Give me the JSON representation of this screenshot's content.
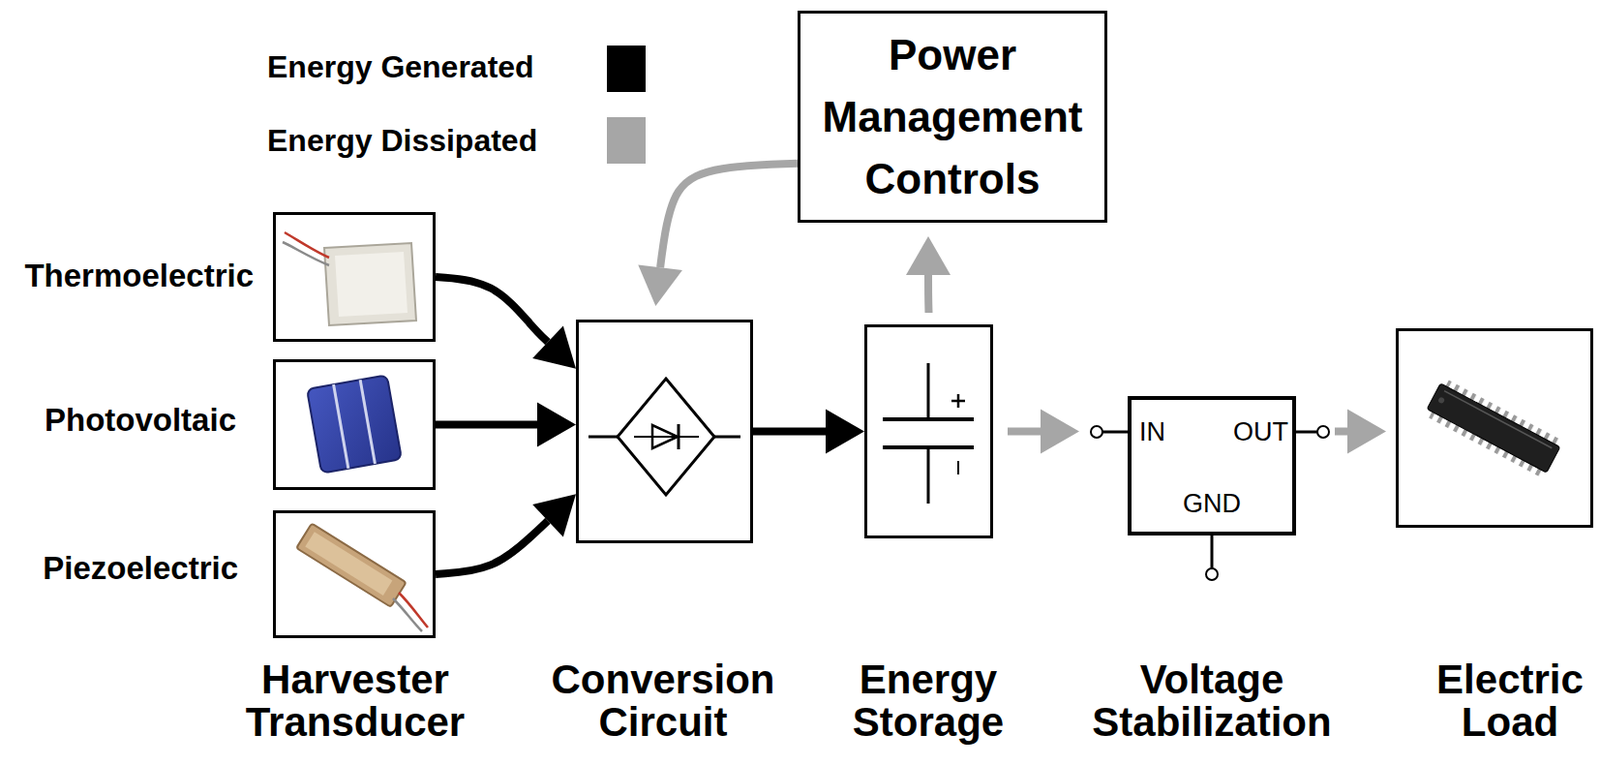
{
  "diagram": {
    "nodes": [
      {
        "text": [
          "Power Management Controls"
        ]
      },
      {
        "text": [
          "Thermoelectric"
        ]
      },
      {
        "text": [
          "Photovoltaic"
        ]
      },
      {
        "text": [
          "Piezoelectric"
        ]
      },
      {
        "text": [
          "Conversion Circuit"
        ]
      },
      {
        "text": [
          "Energy Storage"
        ]
      },
      {
        "text": [
          "IN",
          "OUT",
          "GND",
          "Voltage Stabilization"
        ]
      },
      {
        "text": [
          "Electric Load"
        ]
      }
    ],
    "edges": [
      {
        "from": 1,
        "to": 4,
        "arrow": "to"
      },
      {
        "from": 2,
        "to": 4,
        "arrow": "to"
      },
      {
        "from": 3,
        "to": 4,
        "arrow": "to"
      },
      {
        "from": 4,
        "to": 5,
        "arrow": "to"
      },
      {
        "from": 5,
        "to": 0,
        "arrow": "to"
      },
      {
        "from": 0,
        "to": 4,
        "arrow": "to"
      },
      {
        "from": 5,
        "to": 6,
        "arrow": "to"
      },
      {
        "from": 6,
        "to": 7,
        "arrow": "to"
      }
    ],
    "labels": [
      "Harvester Transducer"
    ],
    "legend": [
      {
        "text": "Energy Generated",
        "color": "#000000"
      },
      {
        "text": "Energy Dissipated",
        "color": "#a6a6a6"
      }
    ]
  }
}
